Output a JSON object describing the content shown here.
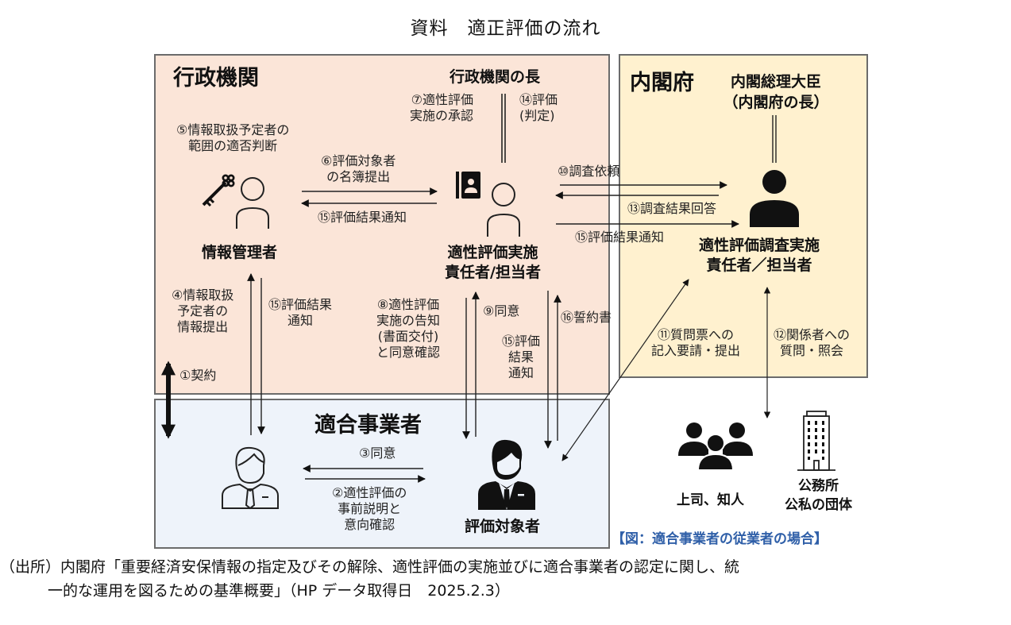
{
  "title": "資料　適正評価の流れ",
  "sections": {
    "gov": {
      "header": "行政機関",
      "head_of_agency": "行政機関の長"
    },
    "cabinet": {
      "header": "内閣府",
      "prime_minister_line1": "内閣総理大臣",
      "prime_minister_line2": "（内閣府の長）"
    },
    "business": {
      "header": "適合事業者"
    }
  },
  "actors": {
    "info_manager": "情報管理者",
    "eval_officer_line1": "適性評価実施",
    "eval_officer_line2": "責任者/担当者",
    "survey_officer_line1": "適性評価調査実施",
    "survey_officer_line2": "責任者／担当者",
    "evaluatee": "評価対象者",
    "boss_friends": "上司、知人",
    "public_office_line1": "公務所",
    "public_office_line2": "公私の団体"
  },
  "steps": {
    "s1": "①契約",
    "s2_l1": "②適性評価の",
    "s2_l2": "事前説明と",
    "s2_l3": "意向確認",
    "s3": "③同意",
    "s4_l1": "④情報取扱",
    "s4_l2": "予定者の",
    "s4_l3": "情報提出",
    "s5_l1": "⑤情報取扱予定者の",
    "s5_l2": "範囲の適否判断",
    "s6_l1": "⑥評価対象者",
    "s6_l2": "の名簿提出",
    "s7_l1": "⑦適性評価",
    "s7_l2": "実施の承認",
    "s8_l1": "⑧適性評価",
    "s8_l2": "実施の告知",
    "s8_l3": "(書面交付)",
    "s8_l4": "と同意確認",
    "s9": "⑨同意",
    "s10": "⑩調査依頼",
    "s11_l1": "⑪質問票への",
    "s11_l2": "記入要請・提出",
    "s12_l1": "⑫関係者への",
    "s12_l2": "質問・照会",
    "s13": "⑬調査結果回答",
    "s14_l1": "⑭評価",
    "s14_l2": "(判定)",
    "s15_a": "⑮評価結果通知",
    "s15_b": "⑮評価結果通知",
    "s15_c_l1": "⑮評価結果",
    "s15_c_l2": "通知",
    "s15_d_l1": "⑮評価",
    "s15_d_l2": "結果",
    "s15_d_l3": "通知",
    "s16": "⑯誓約書"
  },
  "figure_caption": "【図：適合事業者の従業者の場合】",
  "source_line1": "（出所）内閣府「重要経済安保情報の指定及びその解除、適性評価の実施並びに適合事業者の認定に関し、統",
  "source_line2": "一的な運用を図るための基準概要」（HP データ取得日　2025.2.3）",
  "colors": {
    "gov_bg": "#fbe5d8",
    "cabinet_bg": "#fff1cf",
    "business_bg": "#eef3fa",
    "caption_blue": "#2f5fa8"
  }
}
